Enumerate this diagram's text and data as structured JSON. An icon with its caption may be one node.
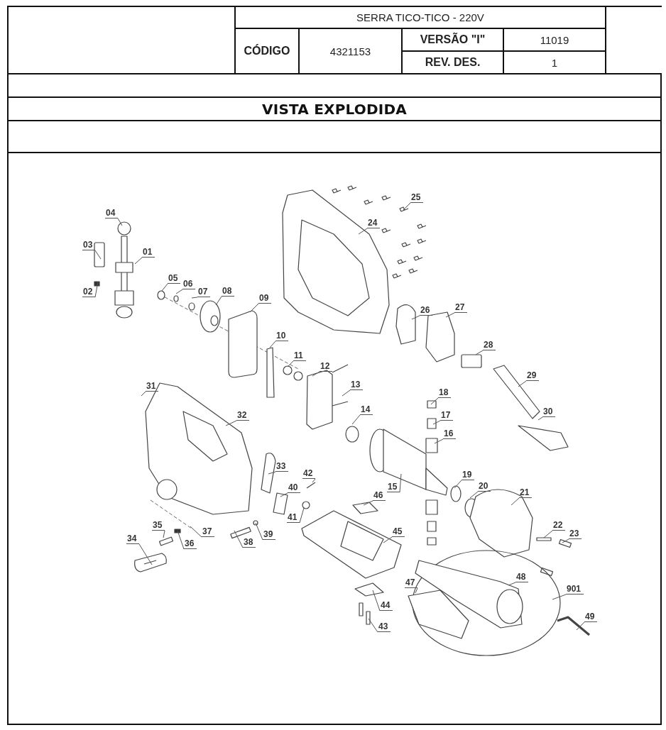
{
  "diagram": {
    "title": "VISTA EXPLODIDA",
    "nodes": [
      {
        "text": [
          "01"
        ]
      },
      {
        "text": [
          "02"
        ]
      },
      {
        "text": [
          "03"
        ]
      },
      {
        "text": [
          "04"
        ]
      },
      {
        "text": [
          "05"
        ]
      },
      {
        "text": [
          "06"
        ]
      },
      {
        "text": [
          "07"
        ]
      },
      {
        "text": [
          "08"
        ]
      },
      {
        "text": [
          "09"
        ]
      },
      {
        "text": [
          "10"
        ]
      },
      {
        "text": [
          "11"
        ]
      },
      {
        "text": [
          "12"
        ]
      },
      {
        "text": [
          "13"
        ]
      },
      {
        "text": [
          "14"
        ]
      },
      {
        "text": [
          "15"
        ]
      },
      {
        "text": [
          "16"
        ]
      },
      {
        "text": [
          "17"
        ]
      },
      {
        "text": [
          "18"
        ]
      },
      {
        "text": [
          "19"
        ]
      },
      {
        "text": [
          "20"
        ]
      },
      {
        "text": [
          "21"
        ]
      },
      {
        "text": [
          "22"
        ]
      },
      {
        "text": [
          "23"
        ]
      },
      {
        "text": [
          "24"
        ]
      },
      {
        "text": [
          "25"
        ]
      },
      {
        "text": [
          "26"
        ]
      },
      {
        "text": [
          "27"
        ]
      },
      {
        "text": [
          "28"
        ]
      },
      {
        "text": [
          "29"
        ]
      },
      {
        "text": [
          "30"
        ]
      },
      {
        "text": [
          "31"
        ]
      },
      {
        "text": [
          "32"
        ]
      },
      {
        "text": [
          "33"
        ]
      },
      {
        "text": [
          "34"
        ]
      },
      {
        "text": [
          "35"
        ]
      },
      {
        "text": [
          "36"
        ]
      },
      {
        "text": [
          "37"
        ]
      },
      {
        "text": [
          "38"
        ]
      },
      {
        "text": [
          "39"
        ]
      },
      {
        "text": [
          "40"
        ]
      },
      {
        "text": [
          "41"
        ]
      },
      {
        "text": [
          "42"
        ]
      },
      {
        "text": [
          "43"
        ]
      },
      {
        "text": [
          "44"
        ]
      },
      {
        "text": [
          "45"
        ]
      },
      {
        "text": [
          "46"
        ]
      },
      {
        "text": [
          "47"
        ]
      },
      {
        "text": [
          "48"
        ]
      },
      {
        "text": [
          "49"
        ]
      },
      {
        "text": [
          "901"
        ]
      }
    ],
    "edges": [
      {
        "from": 0,
        "to": null,
        "arrow": "none"
      },
      {
        "from": 1,
        "to": null,
        "arrow": "none"
      },
      {
        "from": 2,
        "to": null,
        "arrow": "none"
      },
      {
        "from": 3,
        "to": null,
        "arrow": "none"
      },
      {
        "from": 4,
        "to": null,
        "arrow": "none"
      },
      {
        "from": 5,
        "to": null,
        "arrow": "none"
      },
      {
        "from": 6,
        "to": null,
        "arrow": "none"
      },
      {
        "from": 7,
        "to": null,
        "arrow": "none"
      },
      {
        "from": 8,
        "to": null,
        "arrow": "none"
      },
      {
        "from": 9,
        "to": null,
        "arrow": "none"
      },
      {
        "from": 10,
        "to": null,
        "arrow": "none"
      },
      {
        "from": 11,
        "to": null,
        "arrow": "none"
      },
      {
        "from": 12,
        "to": null,
        "arrow": "none"
      },
      {
        "from": 13,
        "to": null,
        "arrow": "none"
      },
      {
        "from": 14,
        "to": null,
        "arrow": "none"
      },
      {
        "from": 15,
        "to": null,
        "arrow": "none"
      },
      {
        "from": 16,
        "to": null,
        "arrow": "none"
      },
      {
        "from": 17,
        "to": null,
        "arrow": "none"
      },
      {
        "from": 18,
        "to": null,
        "arrow": "none"
      },
      {
        "from": 19,
        "to": null,
        "arrow": "none"
      },
      {
        "from": 20,
        "to": null,
        "arrow": "none"
      },
      {
        "from": 21,
        "to": null,
        "arrow": "none"
      },
      {
        "from": 22,
        "to": null,
        "arrow": "none"
      },
      {
        "from": 23,
        "to": null,
        "arrow": "none"
      },
      {
        "from": 24,
        "to": null,
        "arrow": "none"
      },
      {
        "from": 25,
        "to": null,
        "arrow": "none"
      },
      {
        "from": 26,
        "to": null,
        "arrow": "none"
      },
      {
        "from": 27,
        "to": null,
        "arrow": "none"
      },
      {
        "from": 28,
        "to": null,
        "arrow": "none"
      },
      {
        "from": 29,
        "to": null,
        "arrow": "none"
      },
      {
        "from": 30,
        "to": null,
        "arrow": "none"
      },
      {
        "from": 31,
        "to": null,
        "arrow": "none"
      },
      {
        "from": 32,
        "to": null,
        "arrow": "none"
      },
      {
        "from": 33,
        "to": null,
        "arrow": "none"
      },
      {
        "from": 34,
        "to": null,
        "arrow": "none"
      },
      {
        "from": 35,
        "to": null,
        "arrow": "none"
      },
      {
        "from": 36,
        "to": null,
        "arrow": "none"
      },
      {
        "from": 37,
        "to": null,
        "arrow": "none"
      },
      {
        "from": 38,
        "to": null,
        "arrow": "none"
      },
      {
        "from": 39,
        "to": null,
        "arrow": "none"
      },
      {
        "from": 40,
        "to": null,
        "arrow": "none"
      },
      {
        "from": 41,
        "to": null,
        "arrow": "none"
      },
      {
        "from": 42,
        "to": null,
        "arrow": "none"
      },
      {
        "from": 43,
        "to": null,
        "arrow": "none"
      },
      {
        "from": 44,
        "to": null,
        "arrow": "none"
      },
      {
        "from": 45,
        "to": null,
        "arrow": "none"
      },
      {
        "from": 46,
        "to": null,
        "arrow": "none"
      },
      {
        "from": 47,
        "to": null,
        "arrow": "none"
      },
      {
        "from": 48,
        "to": null,
        "arrow": "none"
      },
      {
        "from": 49,
        "to": null,
        "arrow": "none"
      }
    ],
    "labels": [
      "SERRA TICO-TICO - 220V",
      "CÓDIGO",
      "4321153",
      "VERSÃO \"I\"",
      "11019",
      "REV. DES.",
      "1"
    ]
  }
}
